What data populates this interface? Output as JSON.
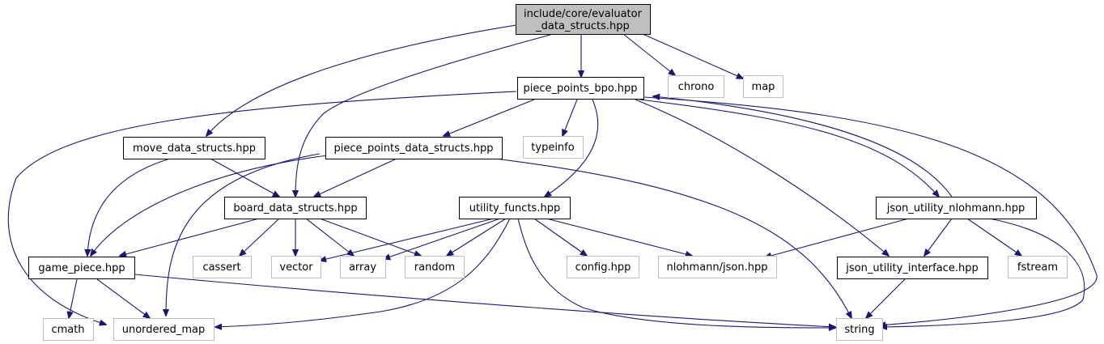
{
  "graph": {
    "nodes": {
      "root": {
        "lines": [
          "include/core/evaluator",
          "_data_structs.hpp"
        ]
      },
      "piece_points_bpo": {
        "lines": [
          "piece_points_bpo.hpp"
        ]
      },
      "chrono": {
        "lines": [
          "chrono"
        ]
      },
      "map": {
        "lines": [
          "map"
        ]
      },
      "move_data_structs": {
        "lines": [
          "move_data_structs.hpp"
        ]
      },
      "piece_points_data_structs": {
        "lines": [
          "piece_points_data_structs.hpp"
        ]
      },
      "typeinfo": {
        "lines": [
          "typeinfo"
        ]
      },
      "board_data_structs": {
        "lines": [
          "board_data_structs.hpp"
        ]
      },
      "utility_functs": {
        "lines": [
          "utility_functs.hpp"
        ]
      },
      "json_utility_nlohmann": {
        "lines": [
          "json_utility_nlohmann.hpp"
        ]
      },
      "game_piece": {
        "lines": [
          "game_piece.hpp"
        ]
      },
      "cassert": {
        "lines": [
          "cassert"
        ]
      },
      "vector": {
        "lines": [
          "vector"
        ]
      },
      "array": {
        "lines": [
          "array"
        ]
      },
      "random": {
        "lines": [
          "random"
        ]
      },
      "config": {
        "lines": [
          "config.hpp"
        ]
      },
      "nlohmann_json": {
        "lines": [
          "nlohmann/json.hpp"
        ]
      },
      "json_utility_interface": {
        "lines": [
          "json_utility_interface.hpp"
        ]
      },
      "fstream": {
        "lines": [
          "fstream"
        ]
      },
      "cmath": {
        "lines": [
          "cmath"
        ]
      },
      "unordered_map": {
        "lines": [
          "unordered_map"
        ]
      },
      "string": {
        "lines": [
          "string"
        ]
      }
    },
    "edges": [
      {
        "from": "root",
        "to": "piece_points_bpo"
      },
      {
        "from": "root",
        "to": "chrono"
      },
      {
        "from": "root",
        "to": "map"
      },
      {
        "from": "root",
        "to": "move_data_structs"
      },
      {
        "from": "root",
        "to": "board_data_structs"
      },
      {
        "from": "piece_points_bpo",
        "to": "piece_points_data_structs"
      },
      {
        "from": "piece_points_bpo",
        "to": "typeinfo"
      },
      {
        "from": "piece_points_bpo",
        "to": "utility_functs"
      },
      {
        "from": "piece_points_bpo",
        "to": "json_utility_nlohmann"
      },
      {
        "from": "piece_points_bpo",
        "to": "json_utility_interface"
      },
      {
        "from": "piece_points_bpo",
        "to": "string"
      },
      {
        "from": "piece_points_bpo",
        "to": "unordered_map"
      },
      {
        "from": "json_utility_nlohmann",
        "to": "piece_points_bpo"
      },
      {
        "from": "move_data_structs",
        "to": "board_data_structs"
      },
      {
        "from": "move_data_structs",
        "to": "game_piece"
      },
      {
        "from": "piece_points_data_structs",
        "to": "board_data_structs"
      },
      {
        "from": "piece_points_data_structs",
        "to": "game_piece"
      },
      {
        "from": "piece_points_data_structs",
        "to": "unordered_map"
      },
      {
        "from": "piece_points_data_structs",
        "to": "string"
      },
      {
        "from": "board_data_structs",
        "to": "game_piece"
      },
      {
        "from": "board_data_structs",
        "to": "cassert"
      },
      {
        "from": "board_data_structs",
        "to": "vector"
      },
      {
        "from": "board_data_structs",
        "to": "array"
      },
      {
        "from": "board_data_structs",
        "to": "random"
      },
      {
        "from": "utility_functs",
        "to": "vector"
      },
      {
        "from": "utility_functs",
        "to": "array"
      },
      {
        "from": "utility_functs",
        "to": "random"
      },
      {
        "from": "utility_functs",
        "to": "config"
      },
      {
        "from": "utility_functs",
        "to": "nlohmann_json"
      },
      {
        "from": "utility_functs",
        "to": "string"
      },
      {
        "from": "utility_functs",
        "to": "unordered_map"
      },
      {
        "from": "json_utility_nlohmann",
        "to": "nlohmann_json"
      },
      {
        "from": "json_utility_nlohmann",
        "to": "json_utility_interface"
      },
      {
        "from": "json_utility_nlohmann",
        "to": "fstream"
      },
      {
        "from": "json_utility_nlohmann",
        "to": "string"
      },
      {
        "from": "json_utility_interface",
        "to": "string"
      },
      {
        "from": "game_piece",
        "to": "cmath"
      },
      {
        "from": "game_piece",
        "to": "unordered_map"
      },
      {
        "from": "game_piece",
        "to": "string"
      }
    ],
    "colors": {
      "edge": "#191970",
      "root_fill": "#bfbfbf",
      "file_border": "#000000",
      "system_border": "#bfbfbf"
    }
  }
}
